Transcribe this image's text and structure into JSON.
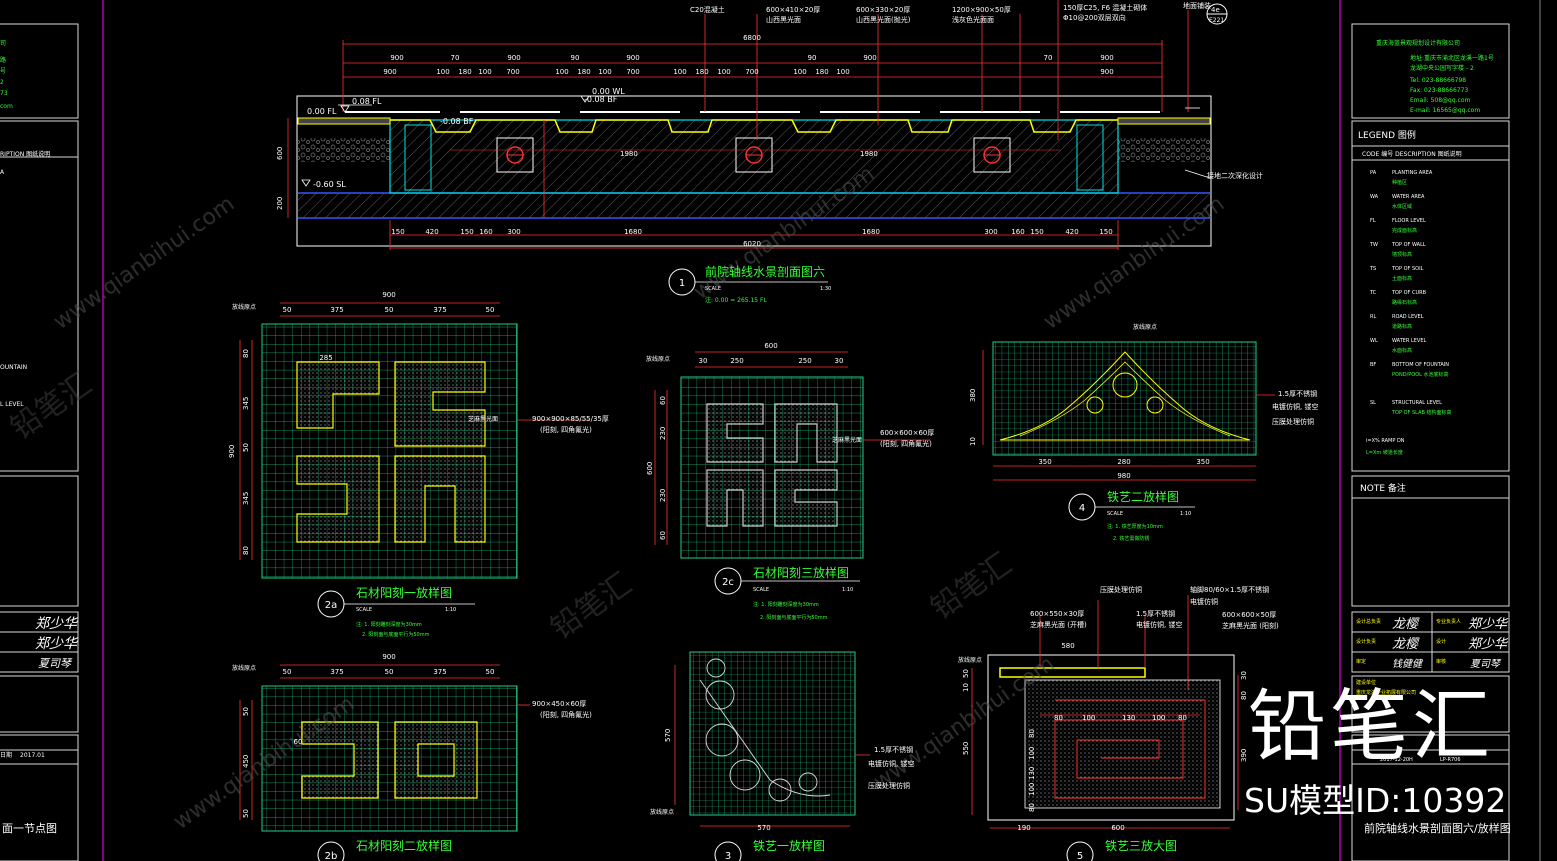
{
  "colors": {
    "bg": "#000000",
    "dim": "#ff3030",
    "green": "#33ff33",
    "cyan": "#00e5e5",
    "yellow": "#ffff00",
    "grid": "#22cc88",
    "blue": "#3355ff",
    "white": "#ffffff",
    "magenta": "#b000b0"
  },
  "section": {
    "top_labels": [
      "C20混凝土",
      "600×410×20厚",
      "600×330×20厚",
      "1200×900×50厚",
      "150厚C25, F6 混凝土砌体",
      "Φ10@200双层双向"
    ],
    "top_labels_2": [
      "山西黑光面",
      "山西黑光面(抛光)",
      "浅灰色光面面"
    ],
    "total_top": "6800",
    "dims_row1": [
      "900",
      "70",
      "900",
      "90",
      "900",
      "90",
      "900",
      "70",
      "900"
    ],
    "dims_row2": [
      "900",
      "100",
      "180",
      "100",
      "700",
      "100",
      "180",
      "100",
      "700",
      "100",
      "180",
      "100",
      "700",
      "100",
      "180",
      "100",
      "900"
    ],
    "levels": [
      "0.00 FL",
      "0.08 FL",
      "0.00 WL",
      "-0.08 BF",
      "-0.08 BF",
      "-0.60 SL"
    ],
    "left_dims": [
      "600",
      "200"
    ],
    "inner_dims": [
      "1980",
      "1980"
    ],
    "bottom_dims": [
      "150",
      "420",
      "150",
      "160",
      "300",
      "1680",
      "1680",
      "300",
      "160",
      "150",
      "420",
      "150"
    ],
    "total_bottom": "6020",
    "callout": "4e",
    "callout_ref": "E221",
    "right_note": "地面铺装",
    "right_note2": "接地二次深化设计",
    "title_num": "1",
    "title": "前院轴线水景剖面图六",
    "scale": "SCALE",
    "scale_val": "1:30",
    "note": "注: 0.00 = 265.15 FL"
  },
  "d2a": {
    "num": "2a",
    "title": "石材阳刻一放样图",
    "scale": "SCALE",
    "scale_val": "1:10",
    "top_total": "900",
    "top_dims": [
      "50",
      "375",
      "50",
      "375",
      "50"
    ],
    "left_dims": [
      "80",
      "345",
      "50",
      "345",
      "80"
    ],
    "left_total": "900",
    "label_tl": "放线原点",
    "small_dim": "285",
    "spec": "900×900×85/55/35厚",
    "spec2": "(阳刻, 四角氟光)",
    "spec3": "芝麻黑光面",
    "note1": "注: 1. 阳刻雕刻深度为30mm",
    "note2": "2. 阳刻面与底面平行为50mm"
  },
  "d2b": {
    "num": "2b",
    "title": "石材阳刻二放样图",
    "top_total": "900",
    "top_dims": [
      "50",
      "375",
      "50",
      "375",
      "50"
    ],
    "left_dims": [
      "50",
      "450",
      "50"
    ],
    "label_tl": "放线原点",
    "small_dim": "60",
    "spec": "900×450×60厚",
    "spec2": "(阳刻, 四角氟光)"
  },
  "d2c": {
    "num": "2c",
    "title": "石材阳刻三放样图",
    "scale": "SCALE",
    "scale_val": "1:10",
    "top_total": "600",
    "top_dims": [
      "30",
      "250",
      "250",
      "30"
    ],
    "left_dims": [
      "60",
      "230",
      "230",
      "60"
    ],
    "left_total": "600",
    "label_tl": "放线原点",
    "spec": "600×600×60厚",
    "spec2": "(阳刻, 四角氟光)",
    "spec3": "芝麻黑光面",
    "note1": "注: 1. 阳刻雕刻深度为30mm",
    "note2": "2. 阳刻面与底面平行为50mm"
  },
  "d3": {
    "num": "3",
    "title": "铁艺一放样图",
    "left_dim": "570",
    "bottom_dim": "570",
    "label_bl": "放线原点",
    "spec1": "1.5厚不锈钢",
    "spec2": "电镀仿铜, 镂空",
    "spec3": "压膜处理仿铜"
  },
  "d4": {
    "num": "4",
    "title": "铁艺二放样图",
    "scale": "SCALE",
    "scale_val": "1:10",
    "label_top": "放线原点",
    "left_dims": [
      "380",
      "10"
    ],
    "bottom_dims": [
      "350",
      "280",
      "350"
    ],
    "bottom_total": "980",
    "spec1": "1.5厚不锈钢",
    "spec2": "电镀仿铜, 镂空",
    "spec3": "压膜处理仿铜",
    "note1": "注: 1. 铁艺厚度为10mm",
    "note2": "2. 铁艺需做防锈"
  },
  "d5": {
    "num": "5",
    "title": "铁艺三放大图",
    "spec_a1": "600×550×30厚",
    "spec_a2": "芝麻黑光面 (开槽)",
    "spec_b1": "压膜处理仿铜",
    "spec_b2": "1.5厚不锈钢",
    "spec_b3": "电镀仿铜, 镂空",
    "spec_c1": "轴脚80/60×1.5厚不锈钢",
    "spec_c2": "电镀仿铜",
    "spec_d1": "600×600×50厚",
    "spec_d2": "芝麻黑光面 (阳刻)",
    "top_dim": "580",
    "left_dims": [
      "50",
      "10",
      "550"
    ],
    "inner_dims": [
      "80",
      "100",
      "130",
      "100",
      "80"
    ],
    "right_dims": [
      "30",
      "80",
      "390"
    ],
    "vert_inner": [
      "80",
      "100",
      "130",
      "100",
      "80"
    ],
    "bottom_dims": [
      "190",
      "600"
    ],
    "label_tl": "放线原点"
  },
  "left_panel": {
    "company_partial": "司",
    "lines": [
      "路",
      "号",
      "2",
      "73",
      "com"
    ],
    "desc_header": "RIPTION 图纸说明",
    "items": [
      "A",
      "",
      "OUNTAIN",
      "",
      "L LEVEL"
    ],
    "sig1": "郑少华",
    "sig2": "郑少华",
    "sig3": "夏司琴",
    "date_label": "日期",
    "date_val": "2017.01",
    "sheet_title": "面一节点图"
  },
  "right_panel": {
    "company": "重庆海蓝景观规划设计有限公司",
    "addr": [
      "地址:重庆市渝北区龙溪一路1号",
      "龙湖中央公园写字楼 - 2",
      "Tel: 023-88666798",
      "Fax: 023-88666773",
      "Email: 508@qq.com",
      "E-mail: 16565@qq.com"
    ],
    "legend_header": "LEGEND 图例",
    "code_header": "CODE 编号   DESCRIPTION 图纸说明",
    "legend": [
      {
        "code": "PA",
        "desc": "PLANTING AREA",
        "cn": "种植区"
      },
      {
        "code": "WA",
        "desc": "WATER AREA",
        "cn": "水体区域"
      },
      {
        "code": "FL",
        "desc": "FLOOR LEVEL",
        "cn": "完成面标高"
      },
      {
        "code": "TW",
        "desc": "TOP OF WALL",
        "cn": "墙顶标高"
      },
      {
        "code": "TS",
        "desc": "TOP OF SOIL",
        "cn": "土面标高"
      },
      {
        "code": "TC",
        "desc": "TOP OF CURB",
        "cn": "路缘石标高"
      },
      {
        "code": "RL",
        "desc": "ROAD LEVEL",
        "cn": "道路标高"
      },
      {
        "code": "WL",
        "desc": "WATER LEVEL",
        "cn": "水面标高"
      },
      {
        "code": "BF",
        "desc": "BOTTOM OF FOUNTAIN",
        "cn": "POND/POOL 水池底标高"
      },
      {
        "code": "SL",
        "desc": "STRUCTURAL LEVEL",
        "cn": "TOP OF SLAB 结构面标高"
      }
    ],
    "ramp": "i=X%   RAMP DN",
    "ramp2": "L=Xm  坡道长度",
    "note_header": "NOTE 备注",
    "sig_rows": [
      {
        "l": "设计总负责",
        "s1": "龙樱",
        "r": "专业负责人",
        "s2": "郑少华"
      },
      {
        "l": "设计负责",
        "s1": "龙樱",
        "r": "设计",
        "s2": "郑少华"
      },
      {
        "l": "审定",
        "s1": "钱健健",
        "r": "审核",
        "s2": "夏司琴"
      }
    ],
    "project_label": "建设单位",
    "project": "重庆龙湖企业拓展有限公司",
    "date": "2017-12-20H",
    "sheet_no": "LP-R706",
    "sheet_title": "前院轴线水景剖面图六/放样图"
  },
  "watermark": {
    "brand": "铅笔汇",
    "id_text": "SU模型ID:10392",
    "diag": "www.qianbihui.com"
  }
}
